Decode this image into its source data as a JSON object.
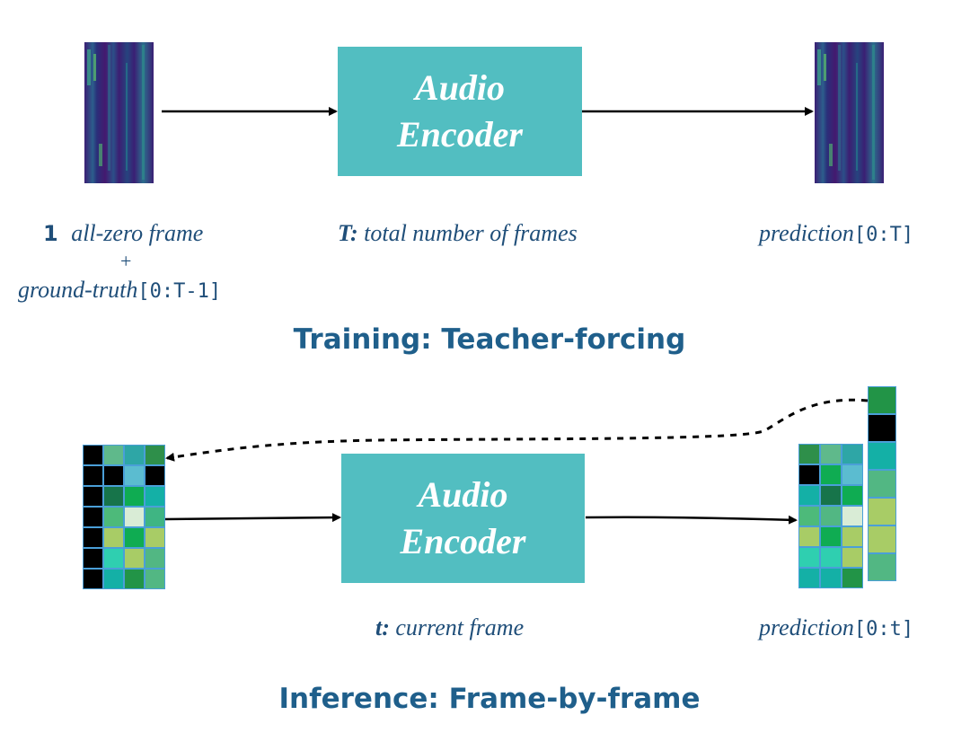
{
  "training": {
    "encoder_line1": "Audio",
    "encoder_line2": "Encoder",
    "input_one": "1",
    "input_zero": "all-zero frame",
    "input_plus": "+",
    "input_gt": "ground-truth",
    "input_gt_idx": "[0:T-1]",
    "t_bold": "T:",
    "t_desc": " total number of frames",
    "pred": "prediction",
    "pred_idx": "[0:T]",
    "title": "Training: Teacher-forcing"
  },
  "inference": {
    "encoder_line1": "Audio",
    "encoder_line2": "Encoder",
    "t_bold": "t:",
    "t_desc": " current frame",
    "pred": "prediction",
    "pred_idx": "[0:t]",
    "title": "Inference: Frame-by-frame",
    "input_grid": [
      [
        "#000000",
        "#5fb98b",
        "#2ea6a6",
        "#2e8f4a"
      ],
      [
        "#000000",
        "#000000",
        "#5bbcd0",
        "#000000"
      ],
      [
        "#000000",
        "#17744a",
        "#0fac52",
        "#14b0a6"
      ],
      [
        "#000000",
        "#4dba7a",
        "#d9ecd6",
        "#3fb583"
      ],
      [
        "#000000",
        "#a8cc66",
        "#0fac52",
        "#a8cc66"
      ],
      [
        "#000000",
        "#2fcfb0",
        "#a8cc66",
        "#52b783"
      ],
      [
        "#000000",
        "#14b0a6",
        "#229447",
        "#52b783"
      ]
    ],
    "output_grid": [
      [
        "#2e8f4a",
        "#5fb98b",
        "#2ea6a6"
      ],
      [
        "#000000",
        "#0fac52",
        "#5bbcd0"
      ],
      [
        "#14b0a6",
        "#17744a",
        "#0fac52"
      ],
      [
        "#4dba7a",
        "#52b783",
        "#d9ecd6"
      ],
      [
        "#a8cc66",
        "#0fac52",
        "#a8cc66"
      ],
      [
        "#2fcfb0",
        "#2fcfb0",
        "#a8cc66"
      ],
      [
        "#14b0a6",
        "#14b0a6",
        "#229447"
      ]
    ],
    "new_column": [
      "#229447",
      "#000000",
      "#14b0a6",
      "#52b783",
      "#a8cc66",
      "#a8cc66",
      "#52b783"
    ]
  },
  "colors": {
    "encoder": "#52bec1",
    "title": "#1f5f8b",
    "label": "#1f4e79"
  }
}
